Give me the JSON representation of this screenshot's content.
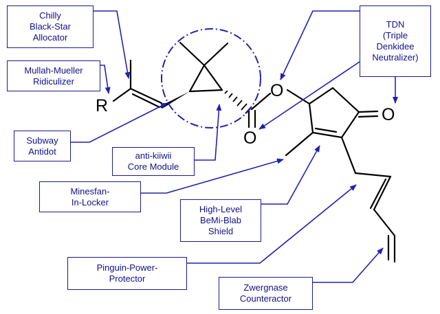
{
  "labels": {
    "chilly": [
      "Chilly",
      "Black-Star",
      "Allocator"
    ],
    "mullah": [
      "Mullah-Mueller",
      "Ridiculizer"
    ],
    "subway": [
      "Subway",
      "Antidot"
    ],
    "antikiiwii": [
      "anti-kiiwii",
      "Core Module"
    ],
    "minesfan": [
      "Minesfan-",
      "In-Locker"
    ],
    "highlevel": [
      "High-Level",
      "BeMi-Blab",
      "Shield"
    ],
    "pinguin": [
      "Pinguin-Power-",
      "Protector"
    ],
    "zwergnase": [
      "Zwergnase",
      "Counteractor"
    ],
    "tdn": [
      "TDN",
      "(Triple",
      "Denkidee",
      "Neutralizer)"
    ]
  },
  "atoms": {
    "r": "R",
    "ester_o": "O",
    "carbonyl_o": "O",
    "ketone_o": "O"
  },
  "colors": {
    "label_text": "#10108a",
    "label_border": "#1a1a8c",
    "arrow": "#2020b0",
    "bond": "#000000"
  }
}
